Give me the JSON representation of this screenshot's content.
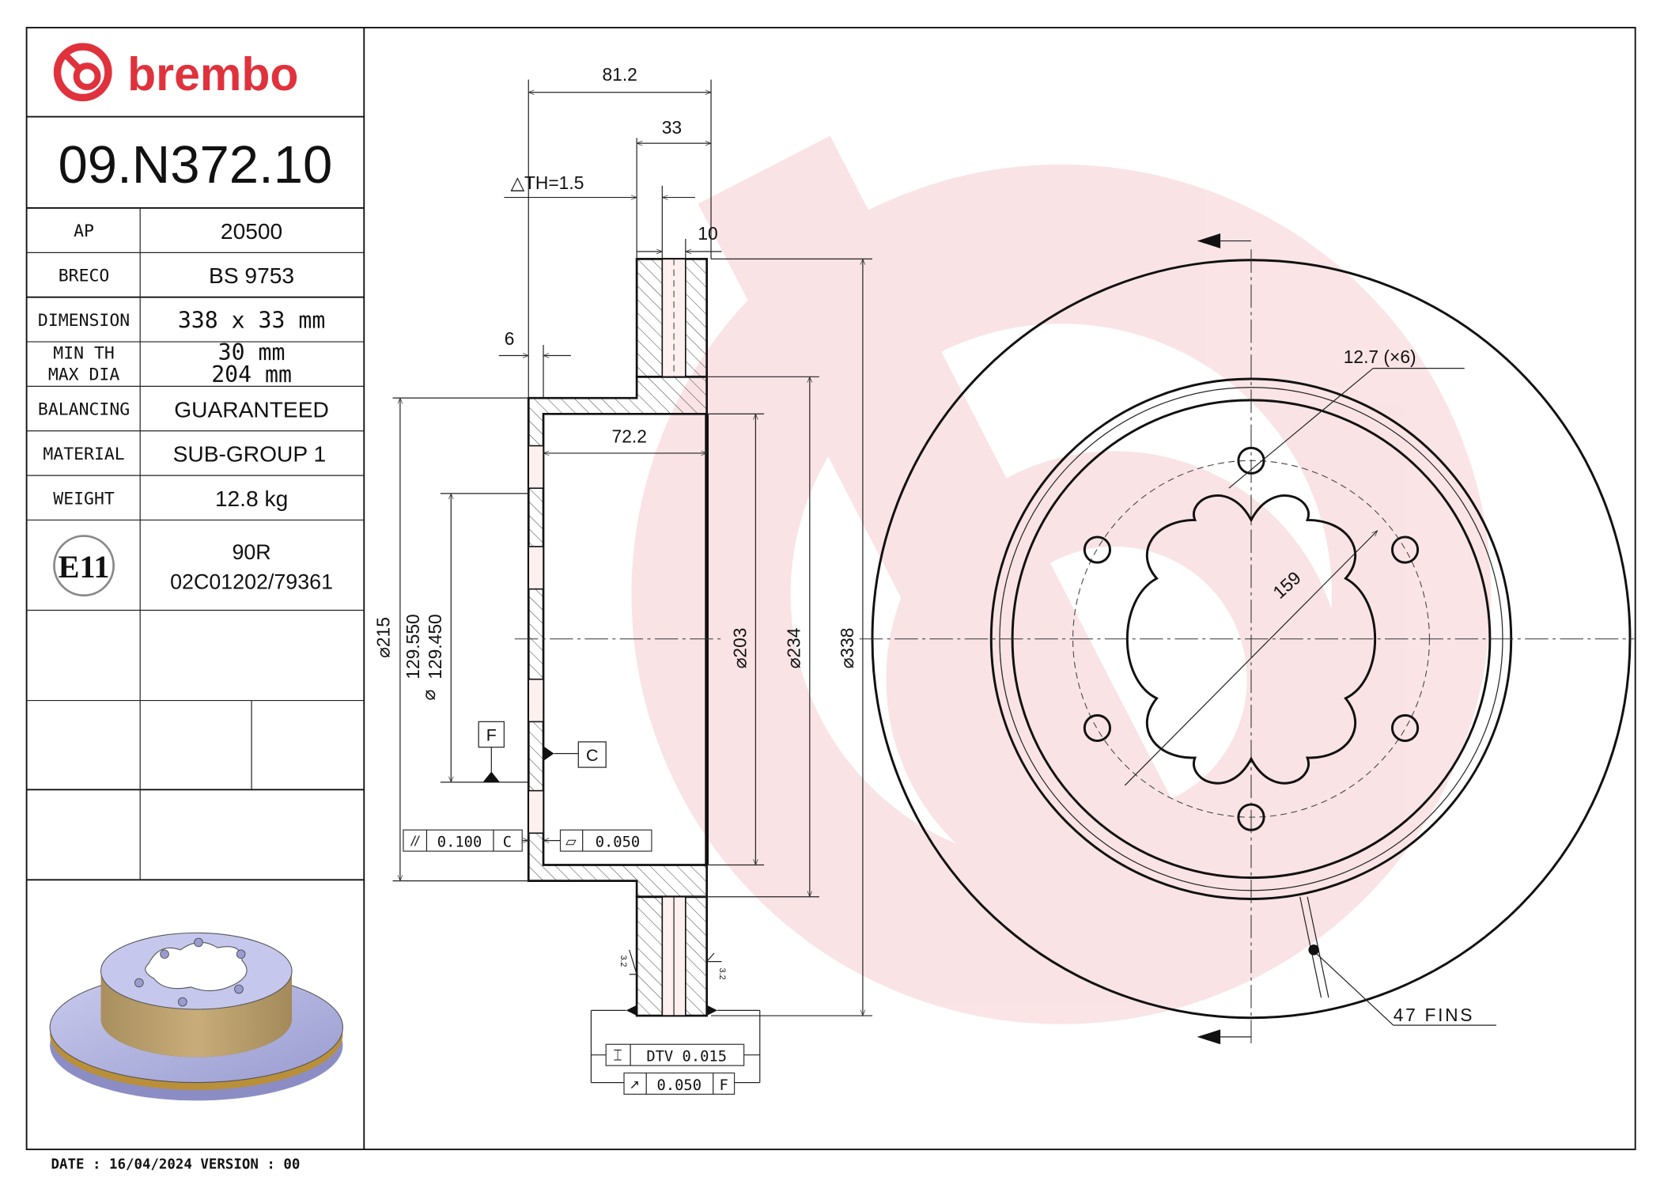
{
  "brand": {
    "name": "brembo",
    "color": "#e0323c"
  },
  "part_number": "09.N372.10",
  "spec_table": [
    {
      "label": "AP",
      "value": "20500"
    },
    {
      "label": "BRECO",
      "value": "BS 9753"
    },
    {
      "label": "DIMENSION",
      "value": "338 x 33 mm"
    },
    {
      "label": "MIN TH",
      "label2": "MAX DIA",
      "value": "30 mm",
      "value2": "204 mm"
    },
    {
      "label": "BALANCING",
      "value": "GUARANTEED"
    },
    {
      "label": "MATERIAL",
      "value": "SUB-GROUP 1"
    },
    {
      "label": "WEIGHT",
      "value": "12.8 kg"
    }
  ],
  "approval": {
    "mark": "E11",
    "line1": "90R",
    "line2": "02C01202/79361"
  },
  "footer": {
    "date_line": "DATE : 16/04/2024 VERSION : 00"
  },
  "section_view": {
    "dims": {
      "overall_width": "81.2",
      "thickness": "33",
      "delta_th": "△TH=1.5",
      "inner_gap": "10",
      "hat_wall": "6",
      "hat_depth": "72.2",
      "d215": "⌀215",
      "d129_upper": "129.550",
      "d129_lower": "129.450",
      "d129_sym": "⌀",
      "d203": "⌀203",
      "d234": "⌀234",
      "d338": "⌀338",
      "roughness_left": "3.2",
      "roughness_right": "3.2"
    },
    "datums": {
      "f": "F",
      "c": "C"
    },
    "tolerances": {
      "parallelism": {
        "symbol": "//",
        "value": "0.100",
        "datum": "C"
      },
      "flatness": {
        "symbol": "▱",
        "value": "0.050"
      },
      "dtv": {
        "symbol": "⌶",
        "value": "DTV 0.015"
      },
      "runout": {
        "symbol": "↗",
        "value": "0.050",
        "datum": "F"
      }
    }
  },
  "front_view": {
    "bolt_holes": "12.7 (×6)",
    "pcd": "159",
    "fins": "47 FINS"
  }
}
